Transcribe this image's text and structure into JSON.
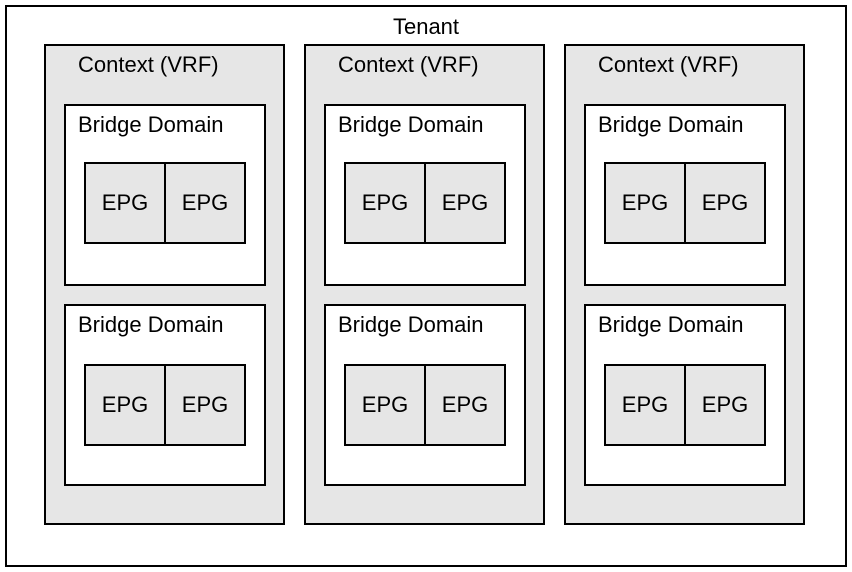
{
  "tenant": {
    "label": "Tenant",
    "contexts": [
      {
        "label": "Context (VRF)",
        "bridge_domains": [
          {
            "label": "Bridge Domain",
            "epgs": [
              "EPG",
              "EPG"
            ]
          },
          {
            "label": "Bridge Domain",
            "epgs": [
              "EPG",
              "EPG"
            ]
          }
        ]
      },
      {
        "label": "Context (VRF)",
        "bridge_domains": [
          {
            "label": "Bridge Domain",
            "epgs": [
              "EPG",
              "EPG"
            ]
          },
          {
            "label": "Bridge Domain",
            "epgs": [
              "EPG",
              "EPG"
            ]
          }
        ]
      },
      {
        "label": "Context (VRF)",
        "bridge_domains": [
          {
            "label": "Bridge Domain",
            "epgs": [
              "EPG",
              "EPG"
            ]
          },
          {
            "label": "Bridge Domain",
            "epgs": [
              "EPG",
              "EPG"
            ]
          }
        ]
      }
    ]
  },
  "colors": {
    "context_fill": "#e6e6e6",
    "epg_fill": "#e6e6e6",
    "bridge_domain_fill": "#ffffff",
    "stroke": "#000000"
  }
}
